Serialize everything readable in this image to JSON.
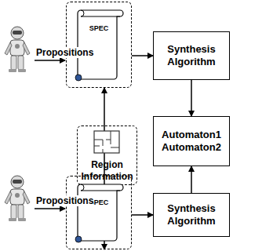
{
  "diagram": {
    "nodes": [
      {
        "text": []
      },
      {
        "text": [
          "SPEC"
        ],
        "in": 0
      },
      {
        "text": [
          "Synthesis Algorithm"
        ]
      },
      {
        "text": [
          "Region Information"
        ]
      },
      {
        "text": [
          "Automaton1 Automaton2"
        ]
      },
      {
        "text": []
      },
      {
        "text": [
          "SPEC"
        ],
        "in": 5
      },
      {
        "text": [
          "Synthesis Algorithm"
        ]
      }
    ],
    "edges": [
      {
        "from": 0,
        "to": 2,
        "arrow": "to"
      },
      {
        "from": 3,
        "to": 0,
        "arrow": "to"
      },
      {
        "from": 3,
        "to": 5,
        "arrow": "to"
      },
      {
        "from": 2,
        "to": 4,
        "arrow": "to"
      },
      {
        "from": 7,
        "to": 4,
        "arrow": "to"
      },
      {
        "from": 5,
        "to": 7,
        "arrow": "to"
      }
    ],
    "labels": [
      "Propositions",
      "Propositions"
    ]
  }
}
